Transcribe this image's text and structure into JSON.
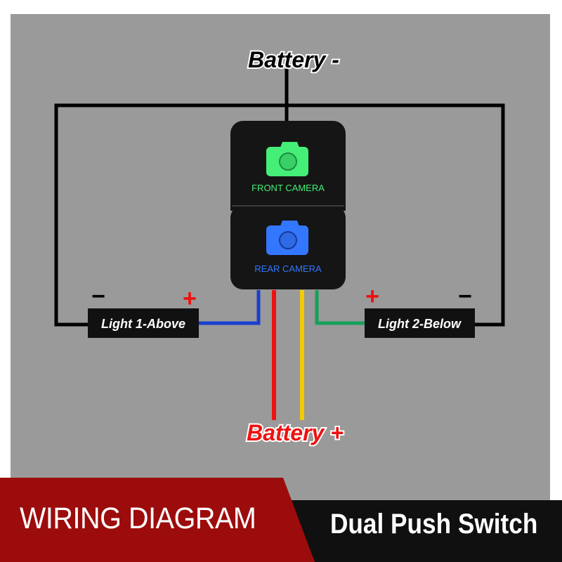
{
  "labels": {
    "battery_negative": "Battery -",
    "battery_positive": "Battery +",
    "light_1": "Light 1-Above",
    "light_2": "Light 2-Below",
    "minus_sign": "−",
    "plus_sign": "+"
  },
  "switch": {
    "top_label": "FRONT CAMERA",
    "bottom_label": "REAR CAMERA",
    "top_color": "#44ee77",
    "bottom_color": "#3377ff"
  },
  "wires": {
    "black": "#000000",
    "blue": "#1a3fd0",
    "red": "#ee1111",
    "yellow": "#f2cc00",
    "green": "#16a05a"
  },
  "footer": {
    "title": "WIRING DIAGRAM",
    "subtitle": "Dual Push Switch",
    "title_bg": "#9c0c0c",
    "subtitle_bg": "#101010"
  },
  "colors": {
    "background": "#9a9a9a",
    "battery_positive": "#ee1111",
    "polarity_plus": "#ee1111"
  }
}
